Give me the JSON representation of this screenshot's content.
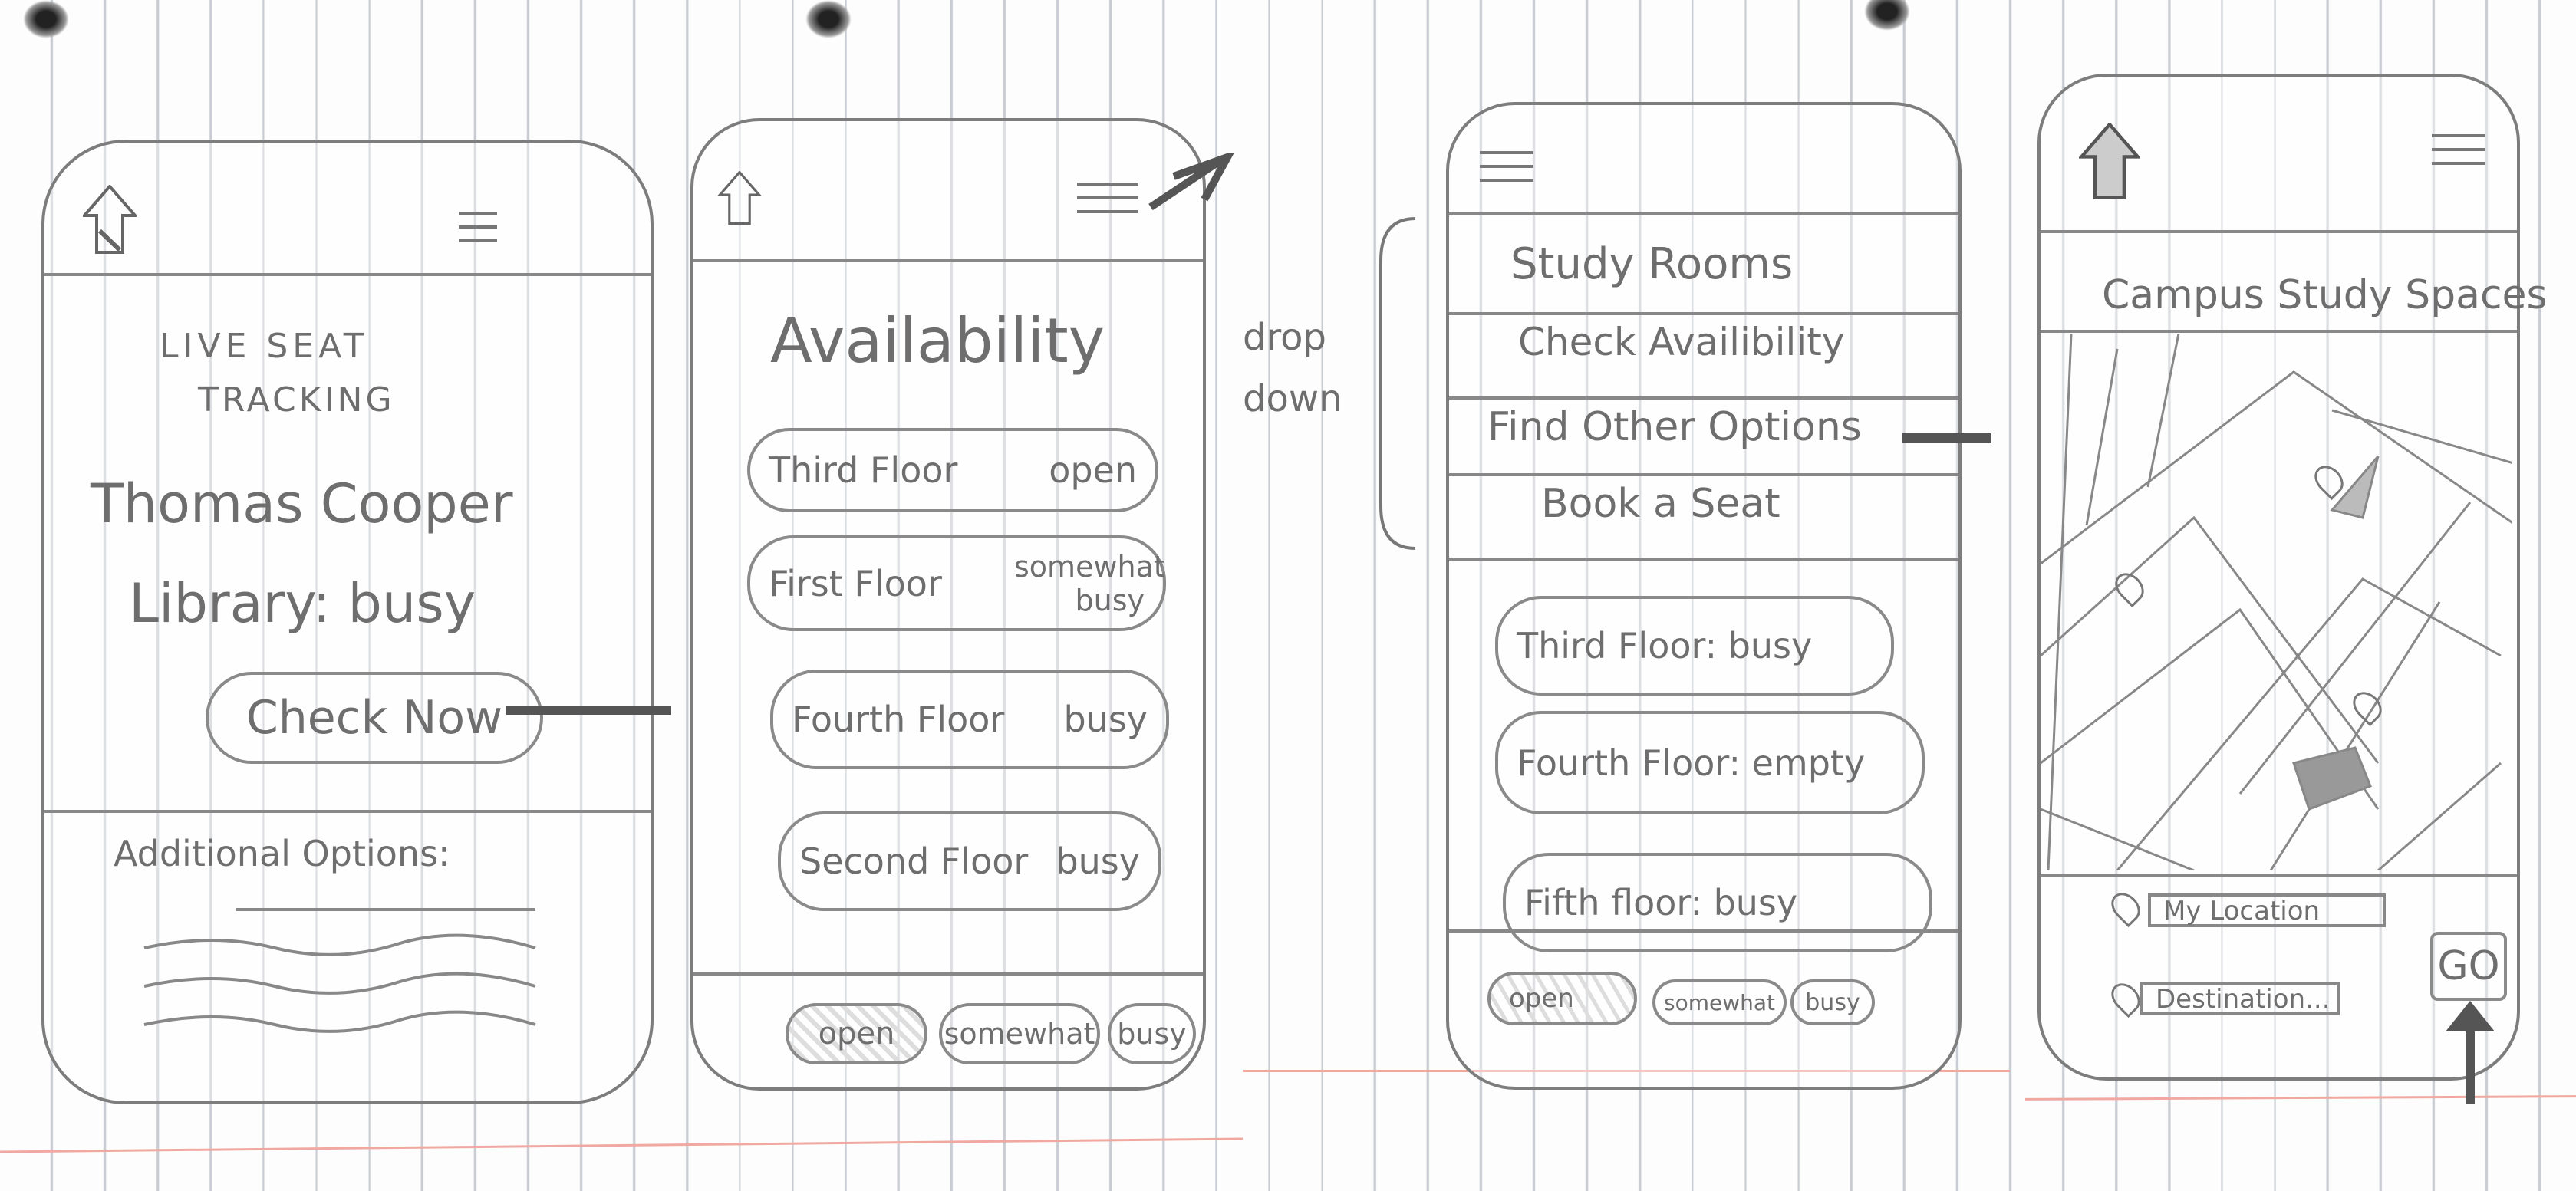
{
  "screen1": {
    "title_line1": "LIVE SEAT",
    "title_line2": "TRACKING",
    "status_line1": "Thomas Cooper",
    "status_line2": "Library: busy",
    "check_button": "Check Now",
    "additional": "Additional Options:"
  },
  "screen2": {
    "title": "Availability",
    "floors": [
      {
        "name": "Third Floor",
        "status": "open"
      },
      {
        "name": "First Floor",
        "status": "somewhat busy"
      },
      {
        "name": "Fourth Floor",
        "status": "busy"
      },
      {
        "name": "Second Floor",
        "status": "busy"
      }
    ],
    "legend": [
      "open",
      "somewhat",
      "busy"
    ]
  },
  "screen3": {
    "annotation": "drop down",
    "menu": [
      "Study Rooms",
      "Check Availibility",
      "Find Other Options",
      "Book a Seat"
    ],
    "floors": [
      "Third Floor: busy",
      "Fourth Floor: empty",
      "Fifth floor: busy"
    ],
    "legend": [
      "open",
      "somewhat",
      "busy"
    ]
  },
  "screen4": {
    "title": "Campus Study Spaces",
    "origin": "My Location",
    "destination": "Destination...",
    "go": "GO"
  },
  "colors": {
    "pencil": "#6e6e6e",
    "margin_line": "#f0a8a0",
    "ruling": "#c9cdd3"
  }
}
